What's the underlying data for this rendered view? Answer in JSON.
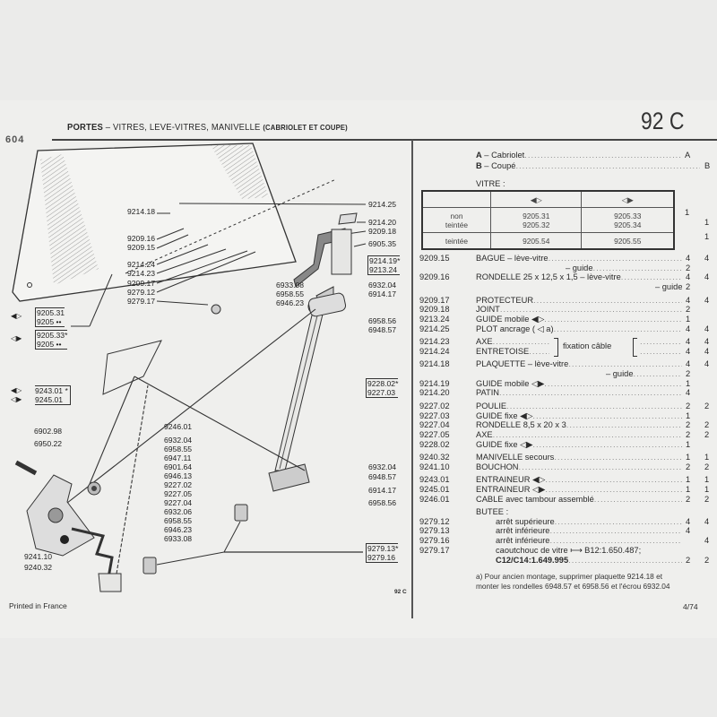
{
  "header": {
    "logo": "604",
    "title_main": "PORTES",
    "title_dash": " – ",
    "title_sub": "VITRES, LEVE-VITRES, MANIVELLE ",
    "title_small": "(CABRIOLET ET COUPE)",
    "page_code": "92 C"
  },
  "models": [
    {
      "letter": "A",
      "name": "Cabriolet",
      "col": "A"
    },
    {
      "letter": "B",
      "name": "Coupé",
      "col": "B"
    }
  ],
  "vitre": {
    "label": "VITRE :",
    "header_left_icon": "arrow-left-door-icon",
    "header_right_icon": "arrow-right-door-icon",
    "rows": [
      {
        "type1": "non",
        "type2": "teintée",
        "left1": "9205.31",
        "left2": "9205.32",
        "right1": "9205.33",
        "right2": "9205.34",
        "qa": "1",
        "qb": "1"
      },
      {
        "type1": "teintée",
        "left1": "9205.54",
        "right1": "9205.55",
        "qb": "1"
      }
    ]
  },
  "parts_groups": [
    [
      {
        "code": "9209.15",
        "desc": "BAGUE – lève-vitre",
        "qa": "4",
        "qb": "4"
      },
      {
        "code": "",
        "desc": "– guide",
        "indent": 1,
        "qa": "2",
        "qb": ""
      },
      {
        "code": "9209.16",
        "desc": "RONDELLE 25 x 12,5 x 1,5 – lève-vitre",
        "qa": "4",
        "qb": "4"
      },
      {
        "code": "",
        "desc": "– guide",
        "indent": 2,
        "qa": "2",
        "qb": ""
      }
    ],
    [
      {
        "code": "9209.17",
        "desc": "PROTECTEUR",
        "qa": "4",
        "qb": "4"
      },
      {
        "code": "9209.18",
        "desc": "JOINT",
        "qa": "2",
        "qb": ""
      },
      {
        "code": "9213.24",
        "desc": "GUIDE mobile ◀▷",
        "qa": "1",
        "qb": ""
      },
      {
        "code": "9214.25",
        "desc": "PLOT ancrage ( ◁ a)",
        "qa": "4",
        "qb": "4"
      }
    ],
    [
      {
        "code": "9214.23",
        "desc": "AXE",
        "qa": "4",
        "qb": "4"
      },
      {
        "code": "9214.24",
        "desc": "ENTRETOISE",
        "qa": "4",
        "qb": "4"
      }
    ],
    [
      {
        "code": "9214.18",
        "desc": "PLAQUETTE – lève-vitre",
        "qa": "4",
        "qb": "4"
      },
      {
        "code": "",
        "desc": "– guide",
        "indent": 3,
        "qa": "2",
        "qb": ""
      },
      {
        "code": "9214.19",
        "desc": "GUIDE mobile ◁▶",
        "qa": "1",
        "qb": ""
      },
      {
        "code": "9214.20",
        "desc": "PATIN",
        "qa": "4",
        "qb": ""
      }
    ],
    [
      {
        "code": "9227.02",
        "desc": "POULIE",
        "qa": "2",
        "qb": "2"
      },
      {
        "code": "9227.03",
        "desc": "GUIDE fixe ◀▷",
        "qa": "1",
        "qb": ""
      },
      {
        "code": "9227.04",
        "desc": "RONDELLE 8,5 x 20 x 3",
        "qa": "2",
        "qb": "2"
      },
      {
        "code": "9227.05",
        "desc": "AXE",
        "qa": "2",
        "qb": "2"
      },
      {
        "code": "9228.02",
        "desc": "GUIDE fixe ◁▶",
        "qa": "1",
        "qb": ""
      }
    ],
    [
      {
        "code": "9240.32",
        "desc": "MANIVELLE secours",
        "qa": "1",
        "qb": "1"
      },
      {
        "code": "9241.10",
        "desc": "BOUCHON",
        "qa": "2",
        "qb": "2"
      }
    ],
    [
      {
        "code": "9243.01",
        "desc": "ENTRAINEUR ◀▷",
        "qa": "1",
        "qb": "1"
      },
      {
        "code": "9245.01",
        "desc": "ENTRAINEUR ◁▶",
        "qa": "1",
        "qb": "1"
      },
      {
        "code": "9246.01",
        "desc": "CABLE avec tambour assemblé",
        "qa": "2",
        "qb": "2"
      }
    ],
    [
      {
        "code": "",
        "desc": "BUTEE :",
        "qa": "",
        "qb": "",
        "nodots": true
      },
      {
        "code": "9279.12",
        "desc": "arrêt supérieure",
        "indent": 4,
        "qa": "4",
        "qb": "4"
      },
      {
        "code": "9279.13",
        "desc": "arrêt inférieure",
        "indent": 4,
        "qa": "4",
        "qb": ""
      },
      {
        "code": "9279.16",
        "desc": "arrêt inférieure",
        "indent": 4,
        "qa": "",
        "qb": "4"
      },
      {
        "code": "9279.17",
        "desc": "caoutchouc de vitre ⟼ B12:1.650.487;",
        "indent": 4,
        "qa": "",
        "qb": "",
        "nodots": true
      },
      {
        "code": "",
        "desc": "C12/C14:1.649.995",
        "indent": 4,
        "qa": "2",
        "qb": "2",
        "bold": true
      }
    ]
  ],
  "fixation_label": "fixation câble",
  "note": "a) Pour ancien montage, supprimer plaquette 9214.18 et monter les rondelles 6948.57 et 6958.56 et l'écrou 6932.04",
  "folio": "4/74",
  "printed": "Printed in France",
  "figure_code": "92 C",
  "diagram": {
    "labels": [
      "9214.18",
      "9209.16",
      "9209.15",
      "9214.25",
      "9214.20",
      "9209.18",
      "6905.35",
      "9214.19*",
      "9213.24",
      "9214.24",
      "9214.23",
      "9209.17",
      "9279.12",
      "9279.17",
      "6933.08",
      "6958.55",
      "6946.23",
      "6932.04",
      "6914.17",
      "6958.56",
      "6948.57",
      "9205.31",
      "9205 ••",
      "9205.33*",
      "9205 ••",
      "9243.01 *",
      "9245.01",
      "6902.98",
      "6950.22",
      "9246.01",
      "6932.04",
      "6958.55",
      "6947.11",
      "6901.64",
      "6946.13",
      "9227.02",
      "9227.05",
      "9227.04",
      "6932.06",
      "6958.55",
      "6946.23",
      "6933.08",
      "9241.10",
      "9240.32",
      "9228.02*",
      "9227.03",
      "6932.04",
      "6948.57",
      "6914.17",
      "6958.56",
      "9279.13*",
      "9279.16"
    ]
  }
}
